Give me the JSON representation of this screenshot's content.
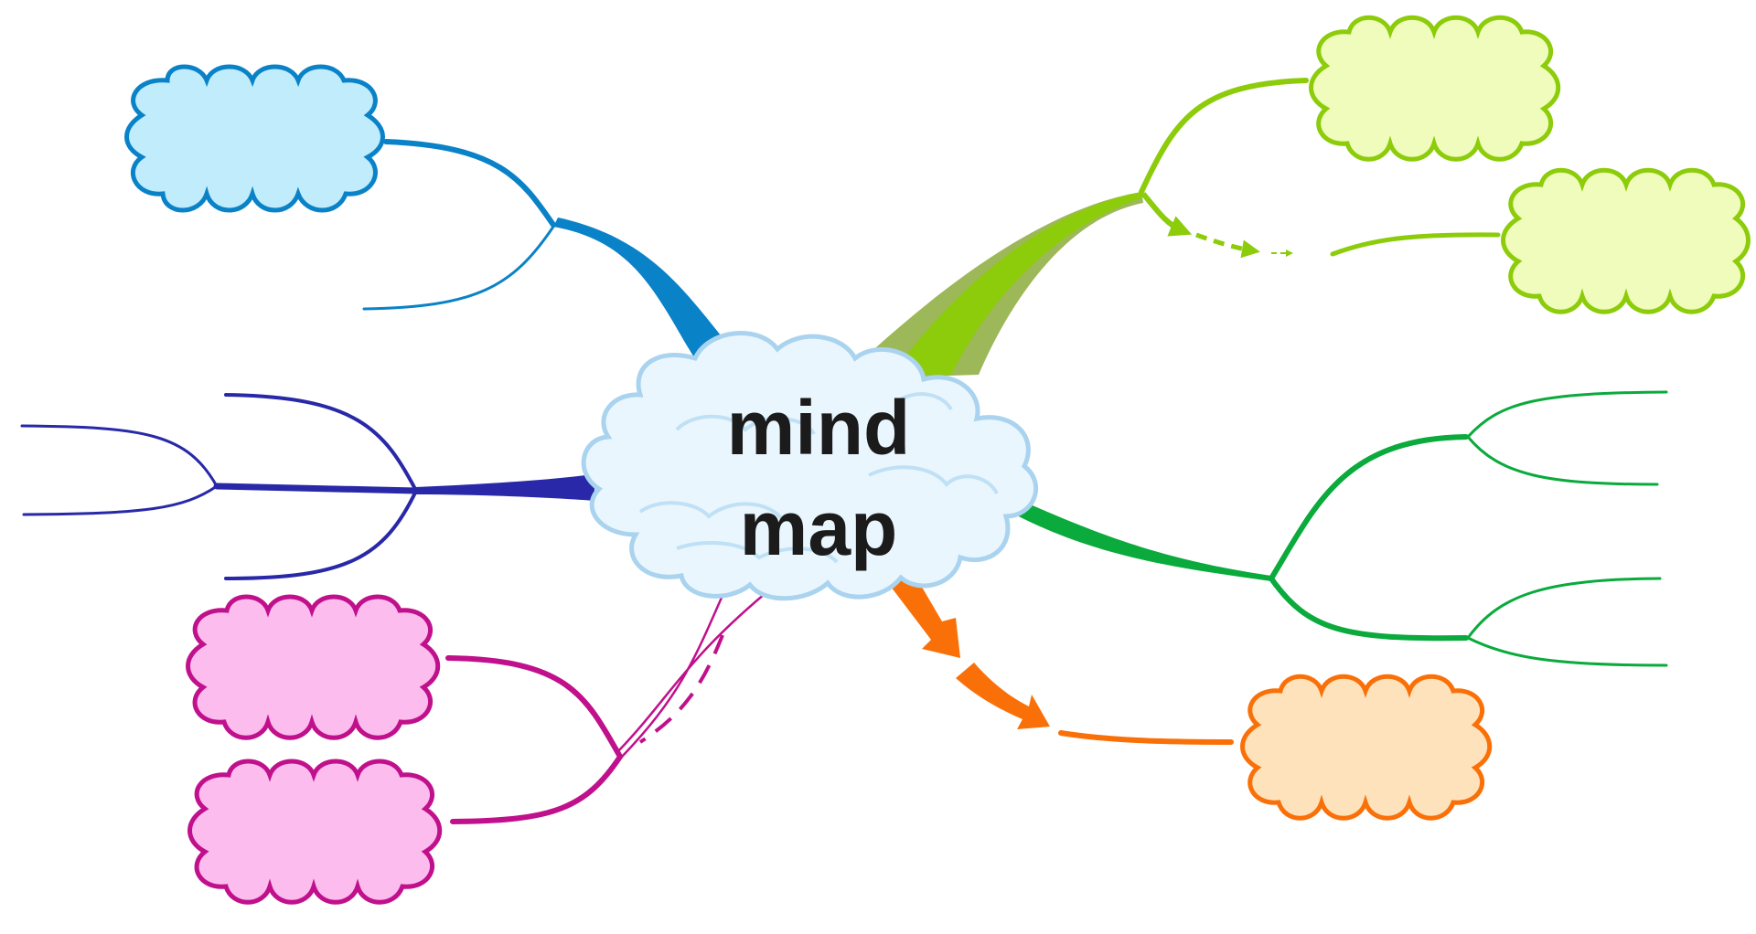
{
  "center": {
    "line1": "mind",
    "line2": "map"
  },
  "colors": {
    "light_blue_branch": "#0a82c8",
    "light_blue_fill": "#c0ecfb",
    "navy_branch": "#2828a8",
    "magenta_branch": "#c0108c",
    "magenta_fill": "#fcbcee",
    "lime_branch": "#8ccc0a",
    "lime_branch_shadow": "#9cb858",
    "lime_fill": "#f0fcbc",
    "green_branch": "#0aaa3c",
    "orange_branch": "#fa7008",
    "orange_fill": "#fde2bc",
    "cloud_fill": "#eaf6fd",
    "cloud_stroke": "#a9d3ee"
  },
  "nodes": [
    {
      "id": "cloud-light-blue",
      "color_group": "light_blue",
      "text": ""
    },
    {
      "id": "cloud-magenta-top",
      "color_group": "magenta",
      "text": ""
    },
    {
      "id": "cloud-magenta-bottom",
      "color_group": "magenta",
      "text": ""
    },
    {
      "id": "cloud-lime-top",
      "color_group": "lime",
      "text": ""
    },
    {
      "id": "cloud-lime-bottom",
      "color_group": "lime",
      "text": ""
    },
    {
      "id": "cloud-orange",
      "color_group": "orange",
      "text": ""
    }
  ]
}
